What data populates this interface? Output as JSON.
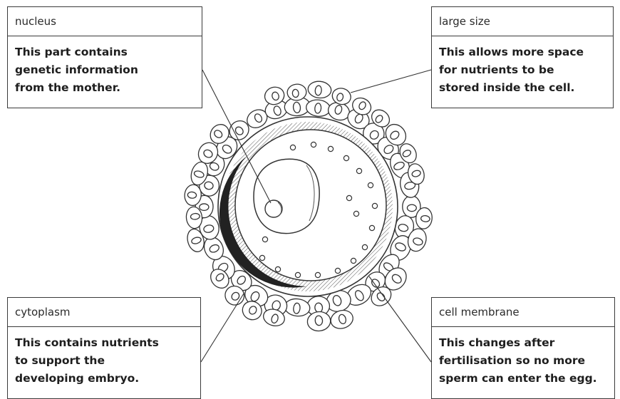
{
  "labels": {
    "nucleus": {
      "title": "nucleus",
      "lines": [
        "This part contains",
        "genetic information",
        "from the mother."
      ]
    },
    "large_size": {
      "title": "large size",
      "lines": [
        "This allows more space",
        "for nutrients to be",
        "stored inside the cell."
      ]
    },
    "cytoplasm": {
      "title": "cytoplasm",
      "lines": [
        "This contains nutrients",
        "to support the",
        "developing embryo."
      ]
    },
    "cell_membrane": {
      "title": "cell membrane",
      "lines": [
        "This changes after",
        "fertilisation so no more",
        "sperm can enter the egg."
      ]
    }
  }
}
